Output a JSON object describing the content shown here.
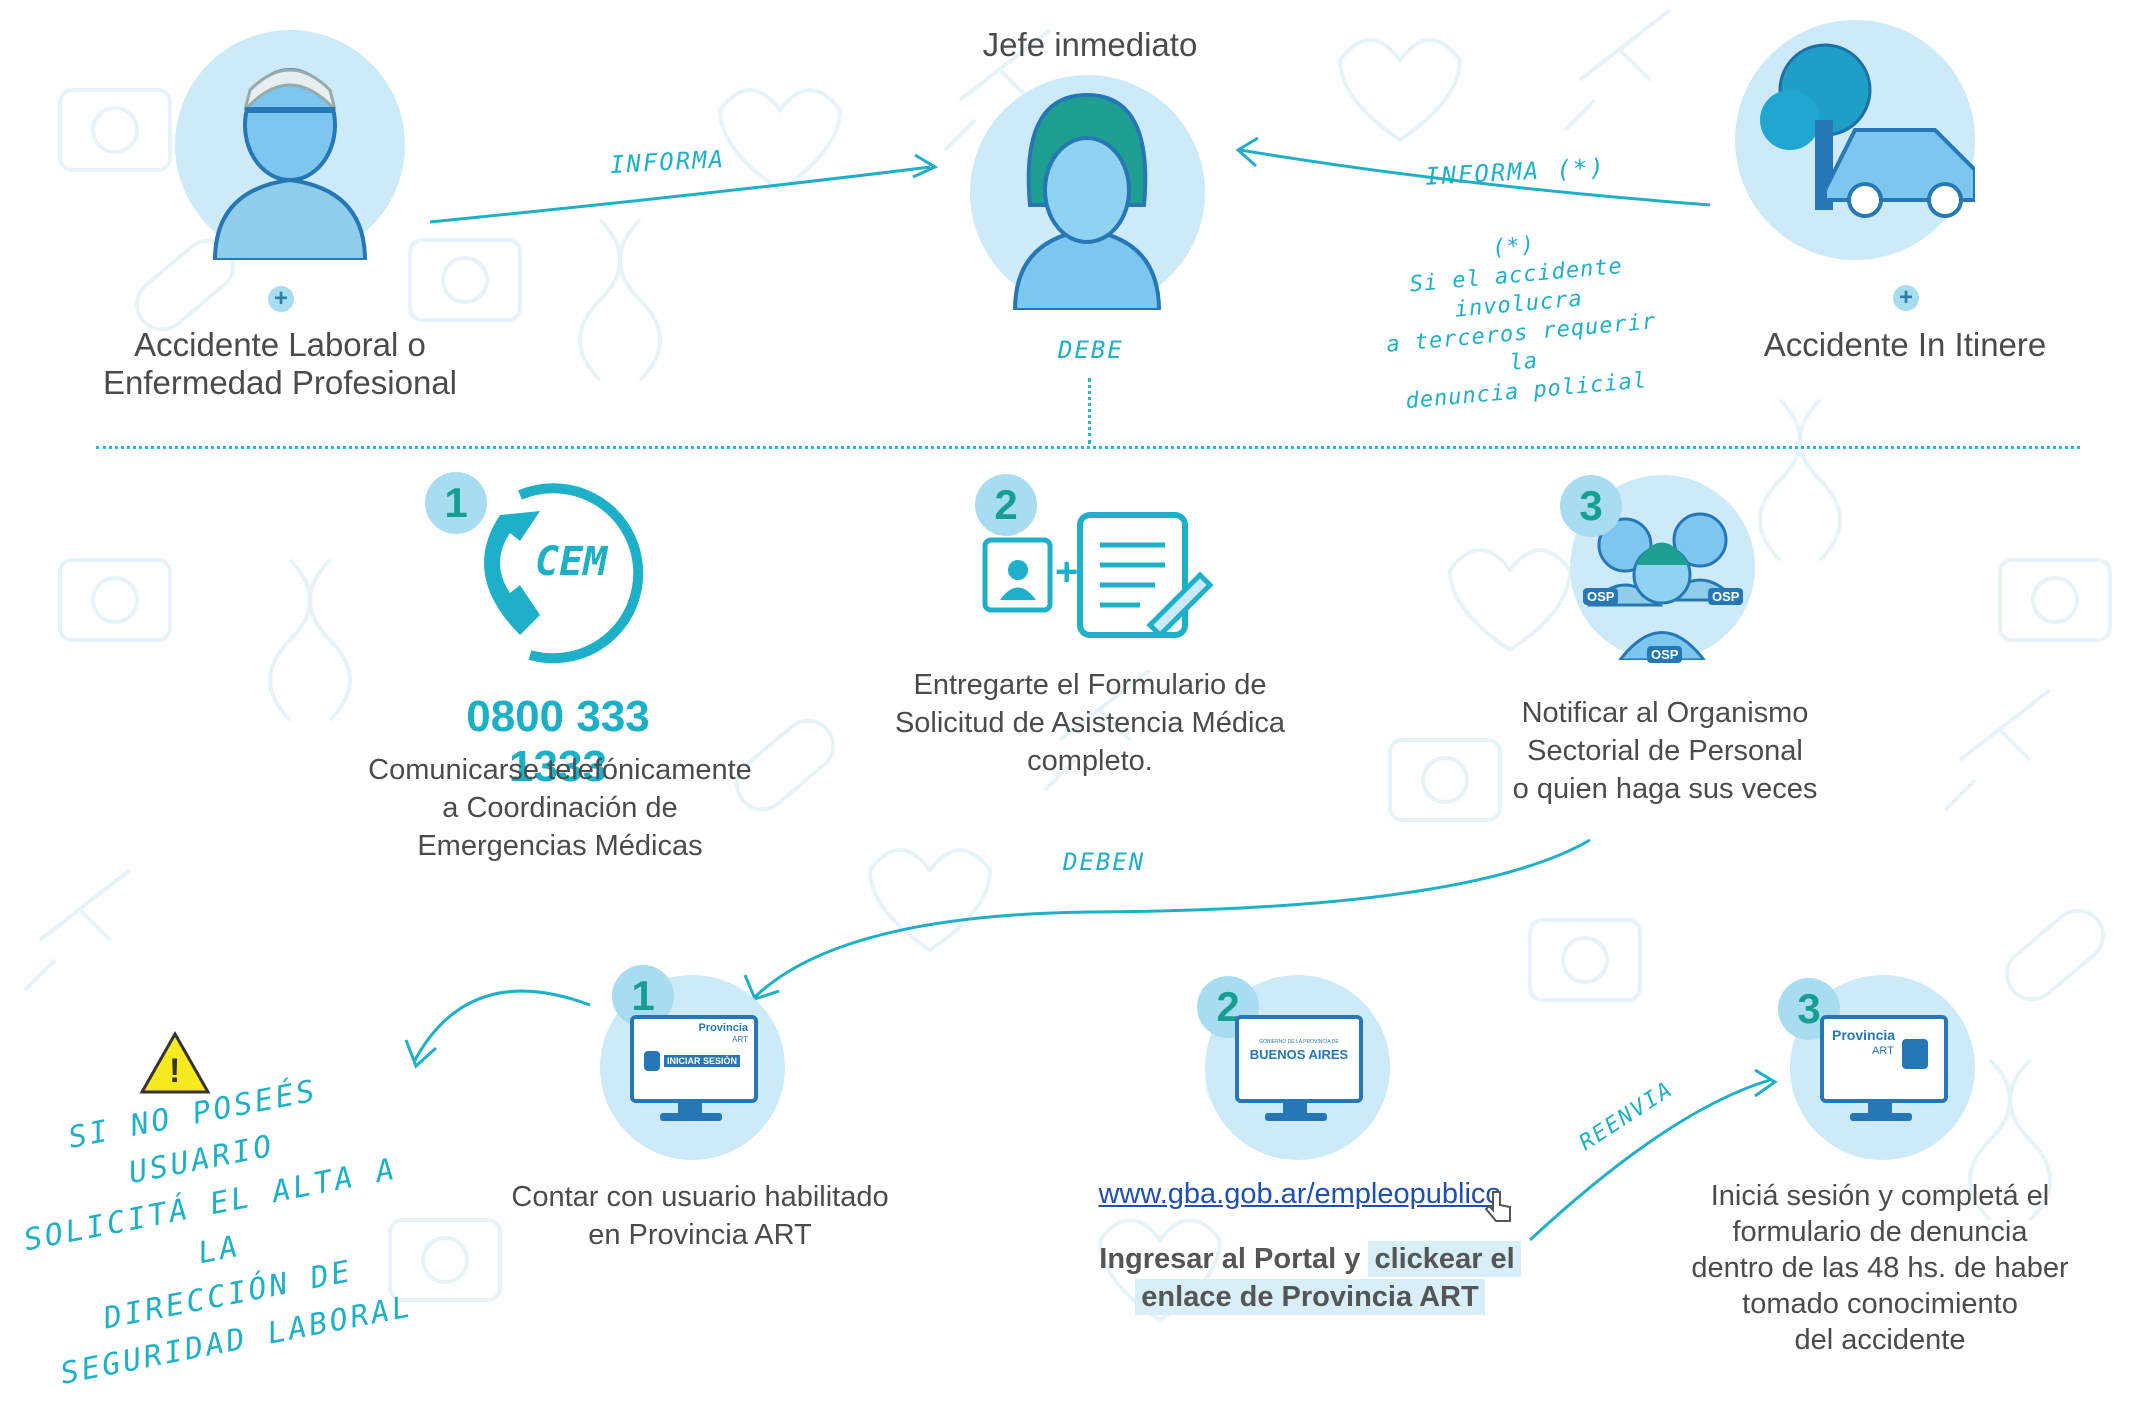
{
  "top": {
    "left_title_line1": "Accidente Laboral o",
    "left_title_line2": "Enfermedad Profesional",
    "center_title": "Jefe inmediato",
    "right_title": "Accidente In Itinere",
    "arrow_left_label": "INFORMA",
    "arrow_right_label": "INFORMA (*)",
    "debe_label": "DEBE",
    "footnote_mark": "(*)",
    "footnote_line1": "Si el accidente involucra",
    "footnote_line2": "a terceros requerir la",
    "footnote_line3": "denuncia policial"
  },
  "steps_middle": [
    {
      "number": "1",
      "icon_text": "CEM",
      "phone": "0800 333 1333",
      "line1": "Comunicarse telefónicamente",
      "line2": "a Coordinación de",
      "line3": "Emergencias Médicas"
    },
    {
      "number": "2",
      "line1": "Entregarte el Formulario de",
      "line2": "Solicitud de Asistencia Médica",
      "line3": "completo."
    },
    {
      "number": "3",
      "badge": "OSP",
      "line1": "Notificar al Organismo",
      "line2": "Sectorial de Personal",
      "line3": "o quien haga sus veces"
    }
  ],
  "deben_label": "DEBEN",
  "reenvia_label": "REENVIA",
  "warning": {
    "line1": "SI NO POSEÉS USUARIO",
    "line2": "SOLICITÁ EL ALTA A LA",
    "line3": "DIRECCIÓN DE",
    "line4": "SEGURIDAD LABORAL"
  },
  "steps_bottom": [
    {
      "number": "1",
      "screen_brand": "Provincia",
      "screen_brand_sub": "ART",
      "screen_button": "INICIAR SESIÓN",
      "line1": "Contar con usuario habilitado",
      "line2": "en Provincia ART"
    },
    {
      "number": "2",
      "screen_top": "GOBIERNO DE LA PROVINCIA DE",
      "screen_brand": "BUENOS AIRES",
      "link": "www.gba.gob.ar/empleopublico",
      "line1a": "Ingresar al Portal y ",
      "line1b": "clickear el",
      "line2": "enlace de Provincia ART"
    },
    {
      "number": "3",
      "screen_brand": "Provincia",
      "screen_brand_sub": "ART",
      "line1": "Iniciá sesión y completá el",
      "line2": "formulario de denuncia",
      "line3": "dentro de las 48 hs. de haber",
      "line4": "tomado conocimiento",
      "line5": "del accidente"
    }
  ],
  "colors": {
    "accent": "#1fb0c9",
    "circle": "#cdeaf8",
    "number_bg": "#a8dcf0",
    "number_fg": "#179e92"
  }
}
